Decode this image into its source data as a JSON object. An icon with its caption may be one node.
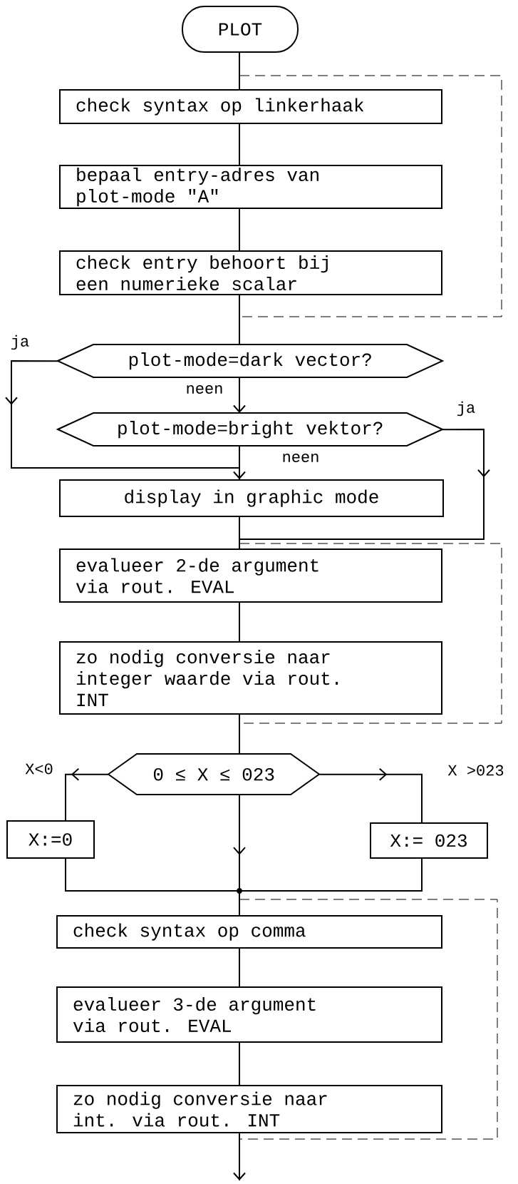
{
  "diagram": {
    "nodes": [
      {
        "text": [
          "PLOT"
        ]
      },
      {
        "text": [
          "check syntax op linkerhaak"
        ]
      },
      {
        "text": [
          "bepaal entry-adres van plot-mode \"A\""
        ]
      },
      {
        "text": [
          "check entry behoort bij een numerieke scalar"
        ]
      },
      {
        "text": [
          "plot-mode=dark vector?"
        ]
      },
      {
        "text": [
          "plot-mode=bright vektor?"
        ]
      },
      {
        "text": [
          "display in graphic mode"
        ]
      },
      {
        "text": [
          "evalueer 2-de argument via rout. EVAL"
        ]
      },
      {
        "text": [
          "zo nodig conversie naar integer waarde via rout. INT"
        ]
      },
      {
        "text": [
          "0 ≤ X ≤ 023"
        ]
      },
      {
        "text": [
          "X:=0"
        ]
      },
      {
        "text": [
          "X:= 023"
        ]
      },
      {
        "text": [
          "check syntax op comma"
        ]
      },
      {
        "text": [
          "evalueer 3-de argument via rout. EVAL"
        ]
      },
      {
        "text": [
          "zo nodig conversie naar int. via rout. INT"
        ]
      }
    ],
    "edges": [
      {
        "from": 0,
        "to": 1,
        "arrow": "none"
      },
      {
        "from": 1,
        "to": 2,
        "arrow": "none"
      },
      {
        "from": 2,
        "to": 3,
        "arrow": "none"
      },
      {
        "from": 3,
        "to": 4,
        "arrow": "none"
      },
      {
        "from": 4,
        "to": 5,
        "arrow": "to",
        "label": "neen"
      },
      {
        "from": 4,
        "to": 6,
        "arrow": "to",
        "label": "ja"
      },
      {
        "from": 5,
        "to": 6,
        "arrow": "to",
        "label": "neen"
      },
      {
        "from": 5,
        "to": 7,
        "arrow": "to",
        "label": "ja"
      },
      {
        "from": 6,
        "to": 7,
        "arrow": "none"
      },
      {
        "from": 7,
        "to": 8,
        "arrow": "none"
      },
      {
        "from": 8,
        "to": 9,
        "arrow": "none"
      },
      {
        "from": 9,
        "to": 10,
        "arrow": "to",
        "label": "X<0"
      },
      {
        "from": 9,
        "to": 11,
        "arrow": "to",
        "label": "X >023"
      },
      {
        "from": 9,
        "to": 12,
        "arrow": "to"
      },
      {
        "from": 10,
        "to": 12,
        "arrow": "none"
      },
      {
        "from": 11,
        "to": 12,
        "arrow": "none"
      },
      {
        "from": 12,
        "to": 13,
        "arrow": "none"
      },
      {
        "from": 13,
        "to": 14,
        "arrow": "none"
      },
      {
        "from": 14,
        "to": null,
        "arrow": "to"
      }
    ]
  }
}
